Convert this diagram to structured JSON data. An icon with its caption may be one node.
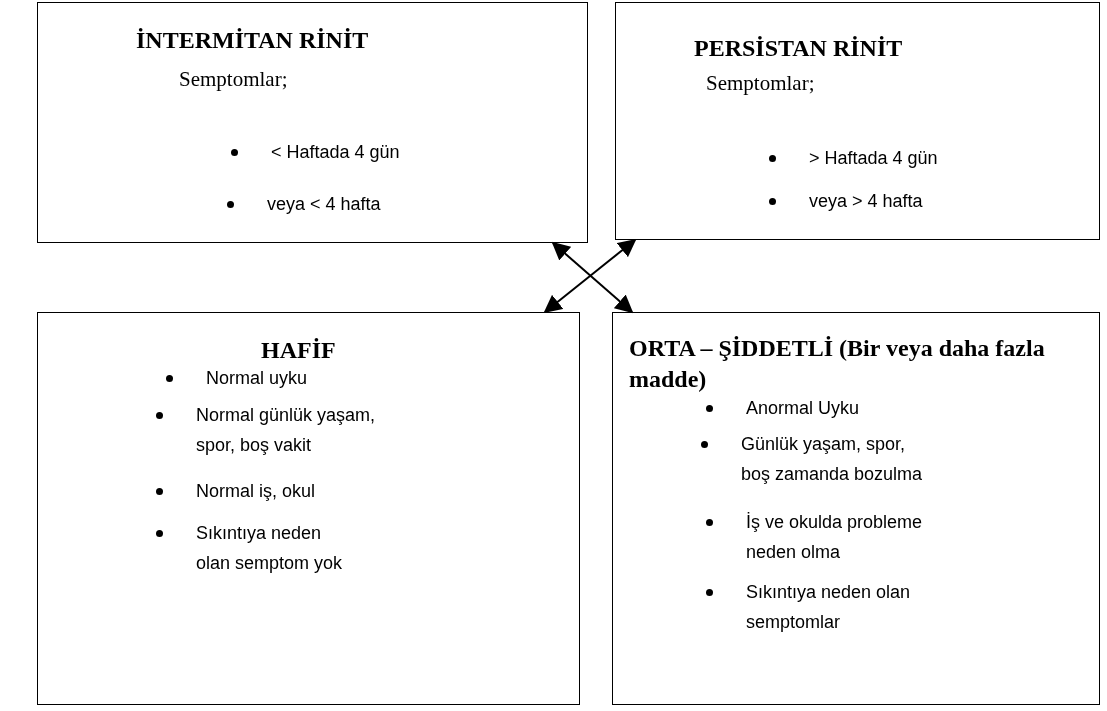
{
  "diagram": {
    "nodes": [
      {
        "text": [
          "İNTERMİTAN RİNİT",
          "Semptomlar;",
          "< Haftada 4 gün",
          "veya < 4 hafta"
        ]
      },
      {
        "text": [
          "PERSİSTAN RİNİT",
          "Semptomlar;",
          "> Haftada 4 gün",
          "veya > 4 hafta"
        ]
      },
      {
        "text": [
          "HAFİF",
          "Normal uyku",
          "Normal günlük yaşam, spor, boş vakit",
          "Normal iş, okul",
          "Sıkıntıya neden olan semptom yok"
        ]
      },
      {
        "text": [
          "ORTA – ŞİDDETLİ (Bir veya daha fazla madde)",
          "Anormal Uyku",
          "Günlük yaşam, spor, boş zamanda bozulma",
          "İş ve okulda probleme neden olma",
          "Sıkıntıya neden olan semptomlar"
        ]
      }
    ],
    "edges": [
      {
        "from": 0,
        "to": 3,
        "arrow": "both"
      },
      {
        "from": 1,
        "to": 2,
        "arrow": "both"
      }
    ]
  }
}
